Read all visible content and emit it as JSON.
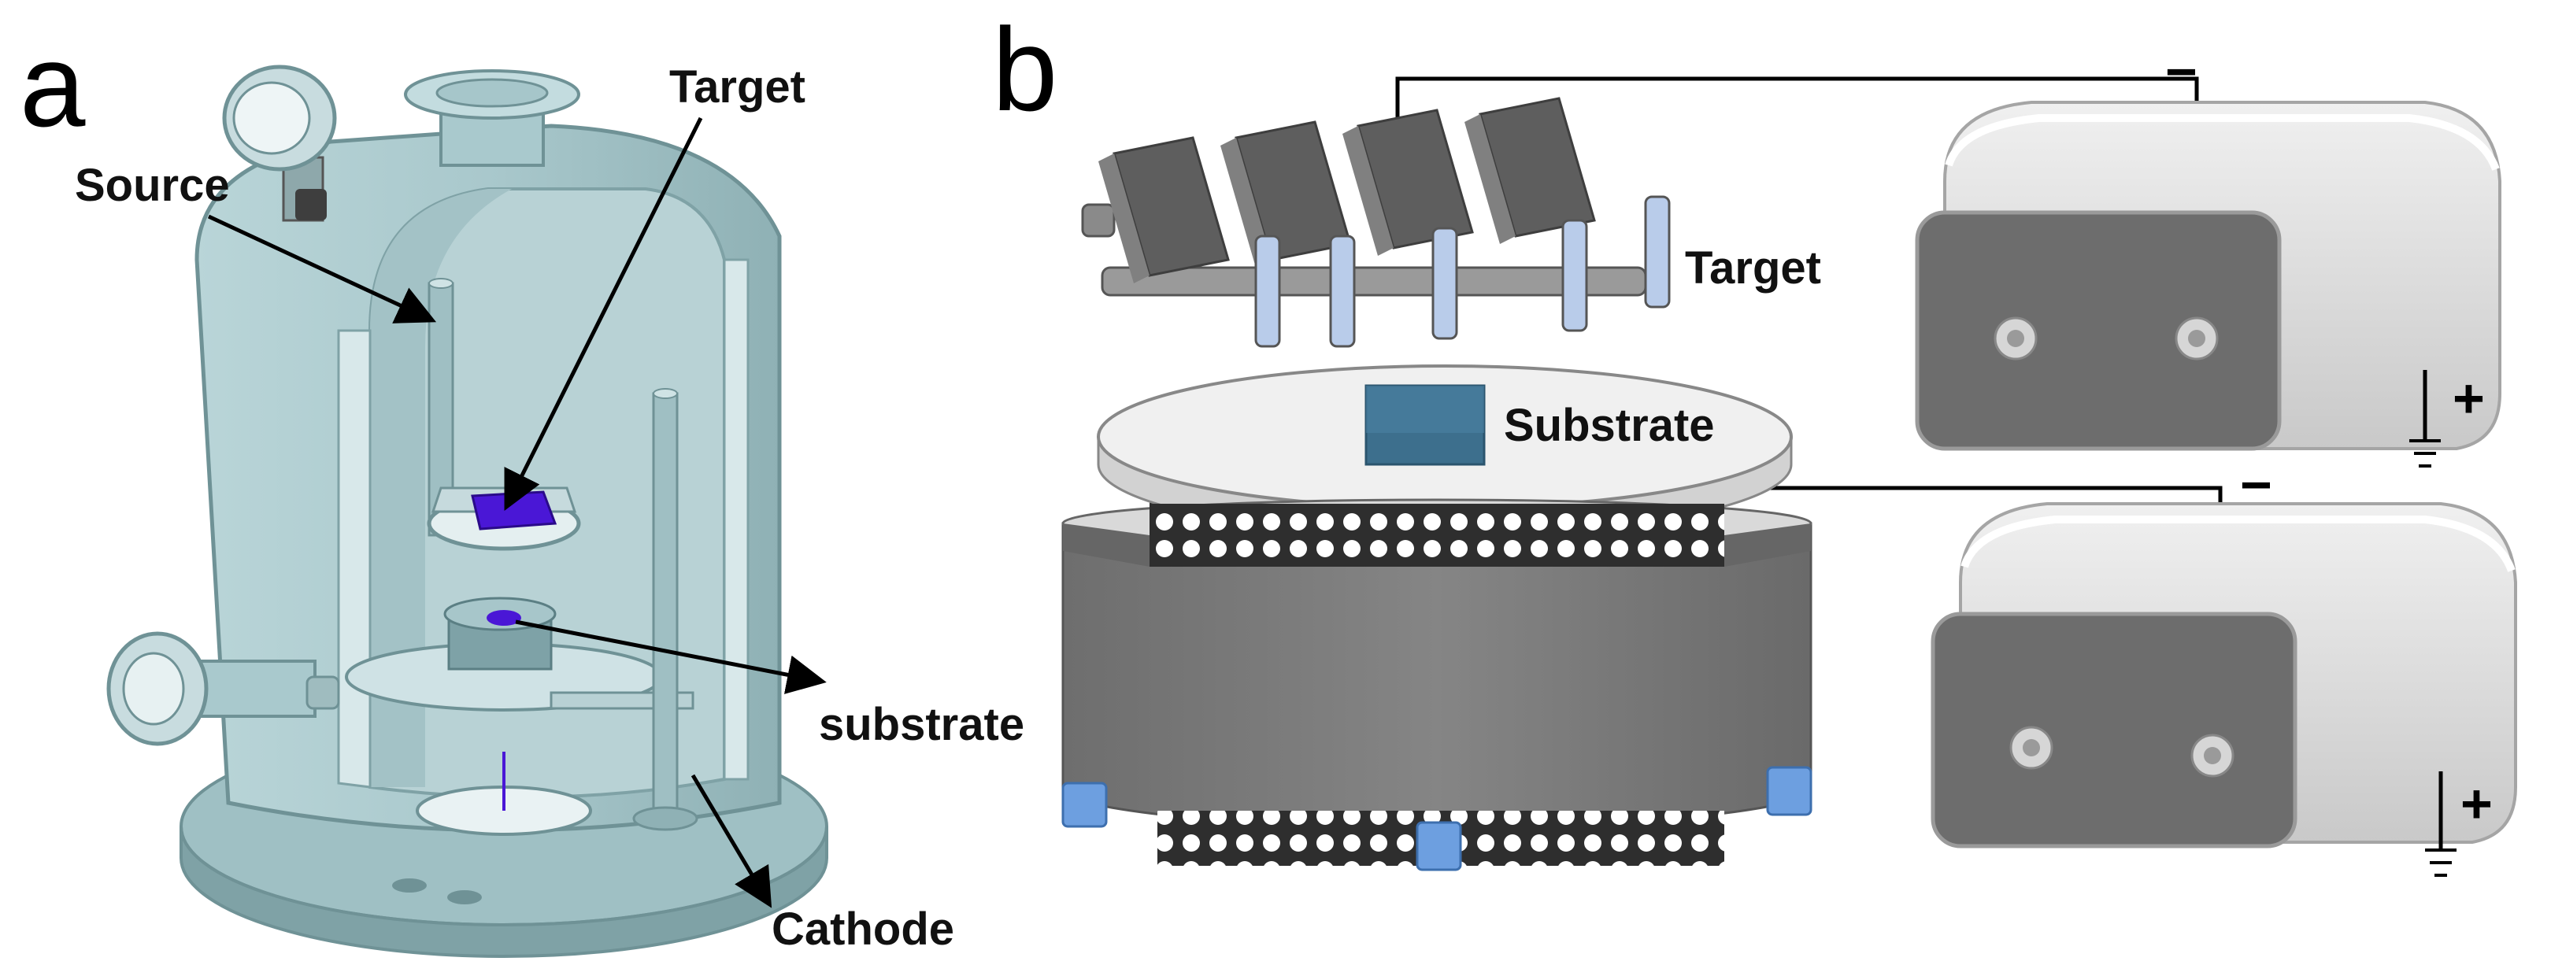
{
  "panels": {
    "a": {
      "letter": "a",
      "labels": {
        "target": "Target",
        "source": "Source",
        "substrate": "substrate",
        "cathode": "Cathode"
      }
    },
    "b": {
      "letter": "b",
      "labels": {
        "target": "Target",
        "substrate": "Substrate"
      },
      "power_supply_top": {
        "negative": "−",
        "positive": "+"
      },
      "power_supply_bottom": {
        "negative": "−",
        "positive": "+"
      }
    }
  },
  "colors": {
    "chamber": "#a9c9cd",
    "chamber_light": "#cfe3e5",
    "chamber_dark": "#7fa2a6",
    "target_purple": "#4a17d6",
    "electrode_dark": "#5e5e5e",
    "cylinder": "#7c7c7c",
    "substrate_blue": "#3d6f8d",
    "supply_body": "#dcdcdc",
    "supply_face": "#6d6d6d",
    "foot_blue": "#6d9fe0"
  },
  "icons": [
    "vacuum-gauge-icon",
    "ground-symbol-icon",
    "arrow-icon"
  ]
}
